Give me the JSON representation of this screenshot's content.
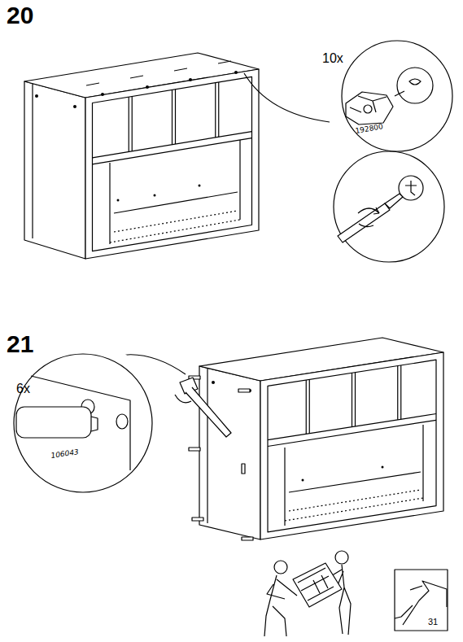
{
  "diagram": {
    "labels": [
      "20",
      "10x",
      "192800",
      "21",
      "6x",
      "106043",
      "31"
    ]
  }
}
